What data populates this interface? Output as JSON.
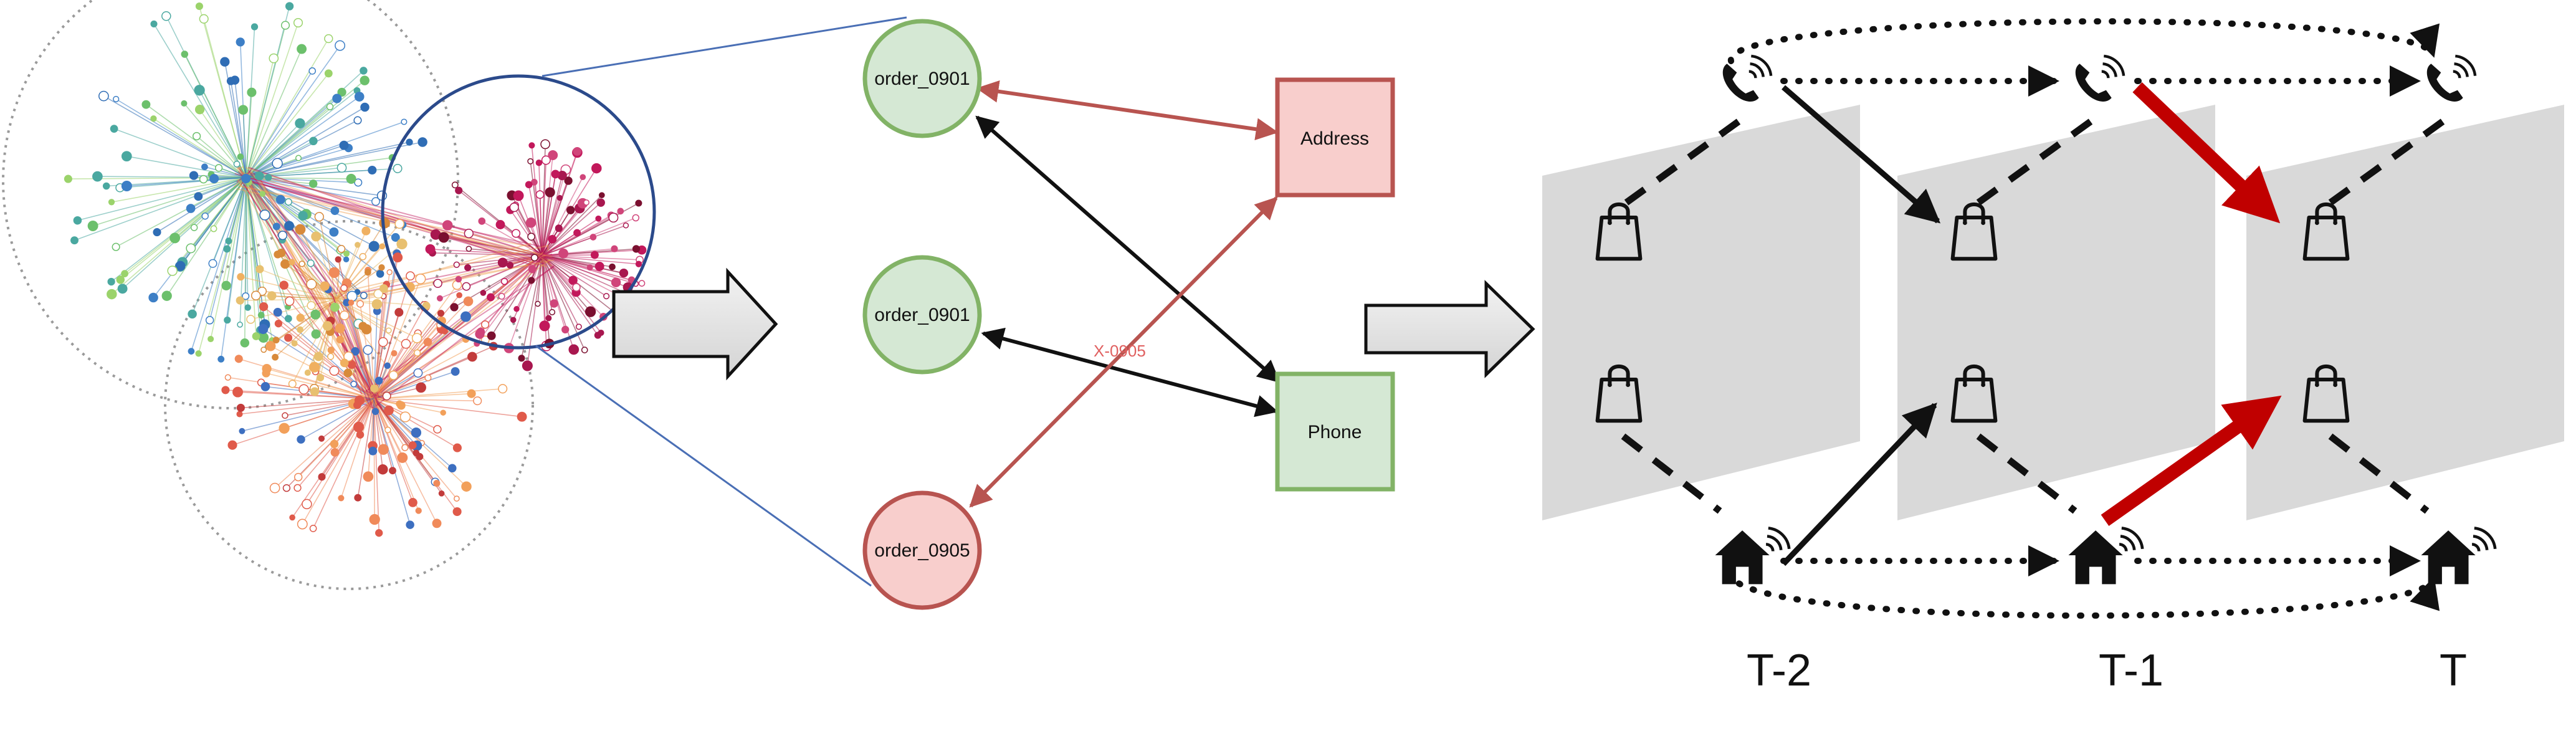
{
  "panel_middle": {
    "orders": [
      {
        "label": "order_0901",
        "status": "green"
      },
      {
        "label": "order_0901",
        "status": "green"
      },
      {
        "label": "order_0905",
        "status": "red"
      }
    ],
    "entities": [
      {
        "label": "Address",
        "status": "red"
      },
      {
        "label": "Phone",
        "status": "green"
      }
    ],
    "edge_label": "X-0905"
  },
  "panel_right": {
    "time_labels": [
      "T-2",
      "T-1",
      "T"
    ],
    "icons": [
      "phone-wifi-icon",
      "shopping-bag-icon",
      "home-wifi-icon"
    ]
  },
  "colors": {
    "green_fill": "#d5e8d4",
    "green_stroke": "#82b366",
    "red_fill": "#f8cecc",
    "red_stroke": "#b85450",
    "highlight_arrow": "#c00000",
    "plane": "#d9d9d9",
    "zoom_circle": "#2b4a8b"
  }
}
